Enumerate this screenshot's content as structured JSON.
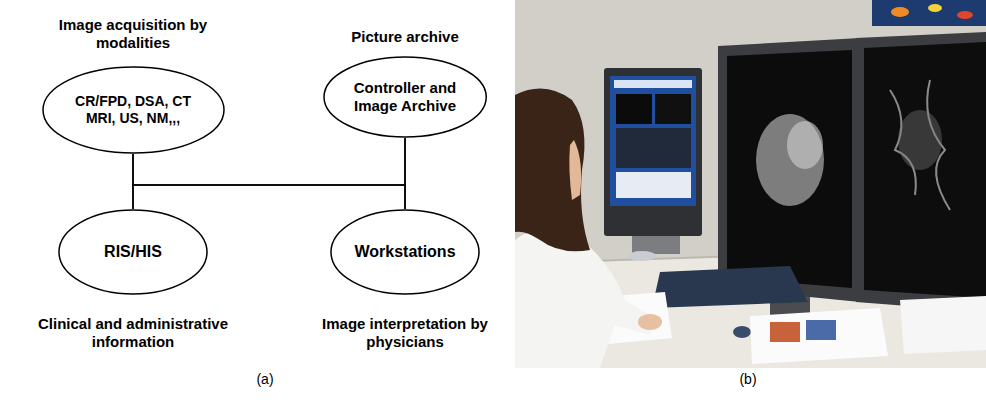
{
  "diagram": {
    "nodes": [
      {
        "text": [
          "Image acquisition by modalities",
          "CR/FPD, DSA, CT MRI, US, NM,,,"
        ]
      },
      {
        "text": [
          "Picture archive",
          "Controller and Image Archive"
        ]
      },
      {
        "text": [
          "Clinical and administrative information",
          "RIS/HIS"
        ]
      },
      {
        "text": [
          "Image interpretation by physicians",
          "Workstations"
        ]
      }
    ],
    "edges": [
      {
        "from": 0,
        "to": 1,
        "arrow": "none"
      },
      {
        "from": 0,
        "to": 2,
        "arrow": "none"
      },
      {
        "from": 1,
        "to": 3,
        "arrow": "none"
      },
      {
        "from": 2,
        "to": 3,
        "arrow": "none"
      }
    ],
    "labels": [
      "(a)",
      "(b)"
    ]
  }
}
